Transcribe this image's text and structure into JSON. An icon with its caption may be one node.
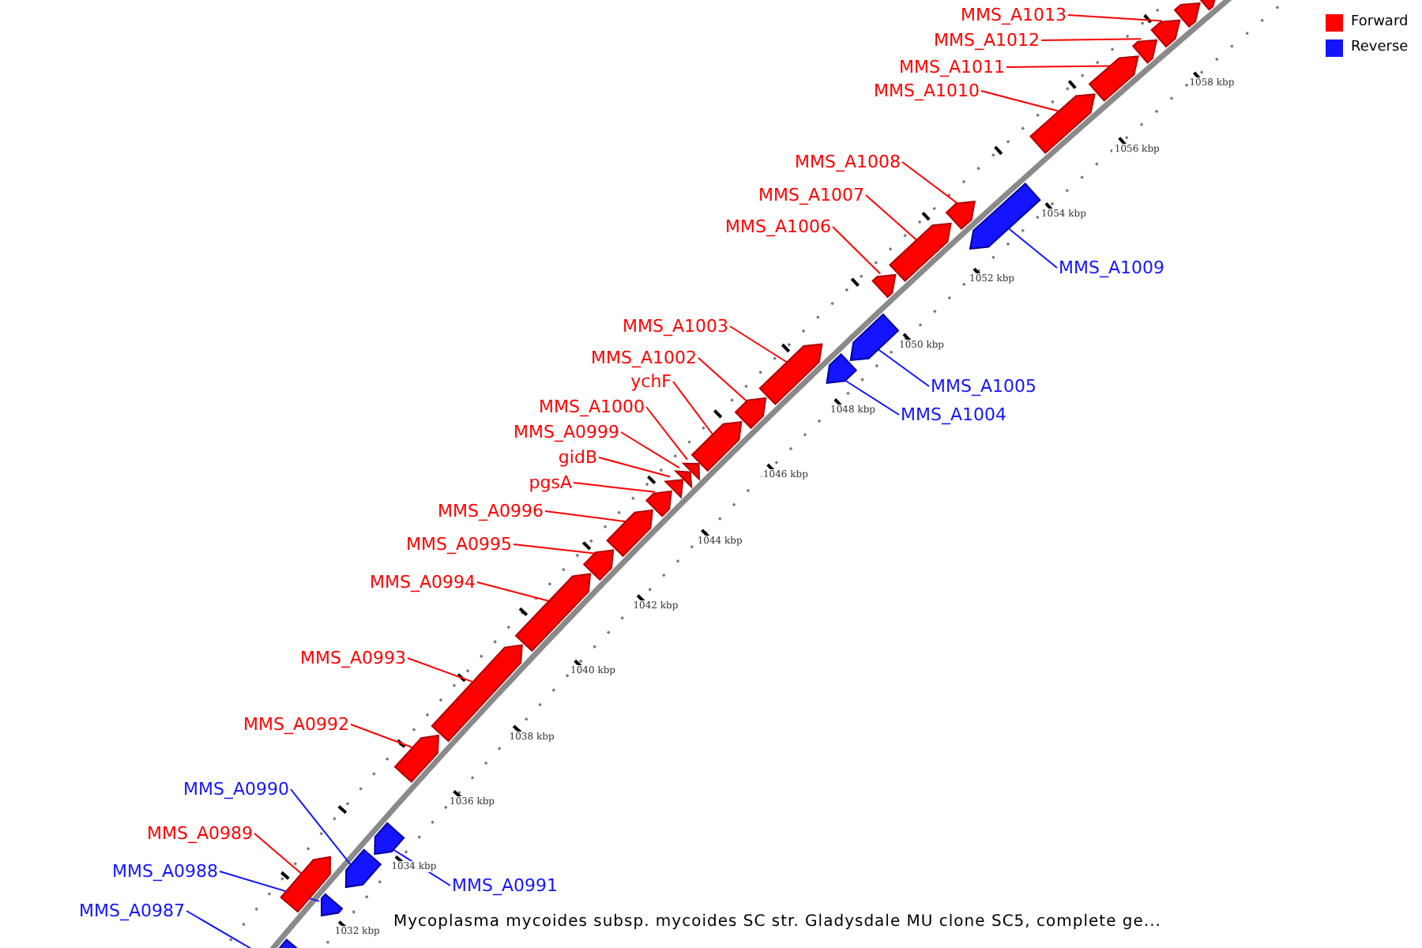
{
  "diagram": {
    "caption": "Mycoplasma mycoides subsp. mycoides SC str. Gladysdale MU clone SC5, complete ge...",
    "nodes": [
      {
        "text": [
          "MMS_A1013"
        ]
      },
      {
        "text": [
          "MMS_A1012"
        ]
      },
      {
        "text": [
          "MMS_A1011"
        ]
      },
      {
        "text": [
          "MMS_A1010"
        ]
      },
      {
        "text": [
          "MMS_A1008"
        ]
      },
      {
        "text": [
          "MMS_A1007"
        ]
      },
      {
        "text": [
          "MMS_A1006"
        ]
      },
      {
        "text": [
          "MMS_A1009"
        ]
      },
      {
        "text": [
          "MMS_A1003"
        ]
      },
      {
        "text": [
          "MMS_A1002"
        ]
      },
      {
        "text": [
          "ychF"
        ]
      },
      {
        "text": [
          "MMS_A1005"
        ]
      },
      {
        "text": [
          "MMS_A1000"
        ]
      },
      {
        "text": [
          "MMS_A0999"
        ]
      },
      {
        "text": [
          "gidB"
        ]
      },
      {
        "text": [
          "MMS_A1004"
        ]
      },
      {
        "text": [
          "pgsA"
        ]
      },
      {
        "text": [
          "MMS_A0996"
        ]
      },
      {
        "text": [
          "MMS_A0995"
        ]
      },
      {
        "text": [
          "MMS_A0994"
        ]
      },
      {
        "text": [
          "MMS_A0993"
        ]
      },
      {
        "text": [
          "MMS_A0992"
        ]
      },
      {
        "text": [
          "MMS_A0990"
        ]
      },
      {
        "text": [
          "MMS_A0989"
        ]
      },
      {
        "text": [
          "MMS_A0991"
        ]
      },
      {
        "text": [
          "MMS_A0988"
        ]
      },
      {
        "text": [
          "MMS_A0987"
        ]
      },
      {
        "text": [],
        "shape": "bar"
      },
      {
        "text": [],
        "shape": "bar"
      },
      {
        "text": [],
        "shape": "bar"
      },
      {
        "text": [],
        "shape": "bar"
      },
      {
        "text": [],
        "shape": "bar"
      },
      {
        "text": [],
        "shape": "bar"
      },
      {
        "text": [],
        "shape": "bar"
      },
      {
        "text": [],
        "shape": "bar"
      },
      {
        "text": [],
        "shape": "bar"
      },
      {
        "text": [],
        "shape": "bar"
      },
      {
        "text": [],
        "shape": "bar"
      },
      {
        "text": [],
        "shape": "bar"
      },
      {
        "text": [],
        "shape": "bar"
      },
      {
        "text": [],
        "shape": "bar"
      },
      {
        "text": [],
        "shape": "bar"
      },
      {
        "text": [],
        "shape": "bar"
      },
      {
        "text": [],
        "shape": "bar"
      },
      {
        "text": [],
        "shape": "bar"
      },
      {
        "text": [],
        "shape": "bar"
      },
      {
        "text": [],
        "shape": "bar"
      },
      {
        "text": [],
        "shape": "bar"
      },
      {
        "text": [],
        "shape": "bar"
      },
      {
        "text": [],
        "shape": "bar"
      },
      {
        "text": [],
        "shape": "bar"
      },
      {
        "text": [],
        "shape": "bar"
      },
      {
        "text": [],
        "shape": "bar"
      },
      {
        "text": [],
        "shape": "bar"
      },
      {
        "text": [],
        "shape": "bar"
      },
      {
        "text": [],
        "shape": "bar"
      }
    ],
    "edges": [
      {
        "from": 0,
        "to": 29,
        "arrow": "none"
      },
      {
        "from": 1,
        "to": 30,
        "arrow": "none"
      },
      {
        "from": 2,
        "to": 31,
        "arrow": "none"
      },
      {
        "from": 3,
        "to": 32,
        "arrow": "none"
      },
      {
        "from": 4,
        "to": 33,
        "arrow": "none"
      },
      {
        "from": 5,
        "to": 34,
        "arrow": "none"
      },
      {
        "from": 6,
        "to": 35,
        "arrow": "none"
      },
      {
        "from": 7,
        "to": 36,
        "arrow": "none",
        "color": "#1414ff"
      },
      {
        "from": 8,
        "to": 37,
        "arrow": "none"
      },
      {
        "from": 9,
        "to": 38,
        "arrow": "none"
      },
      {
        "from": 10,
        "to": 39,
        "arrow": "none"
      },
      {
        "from": 11,
        "to": 40,
        "arrow": "none",
        "color": "#1414ff"
      },
      {
        "from": 12,
        "to": 41,
        "arrow": "none"
      },
      {
        "from": 13,
        "to": 42,
        "arrow": "none"
      },
      {
        "from": 14,
        "to": 43,
        "arrow": "none"
      },
      {
        "from": 15,
        "to": 44,
        "arrow": "none",
        "color": "#1414ff"
      },
      {
        "from": 16,
        "to": 45,
        "arrow": "none"
      },
      {
        "from": 17,
        "to": 46,
        "arrow": "none"
      },
      {
        "from": 18,
        "to": 47,
        "arrow": "none"
      },
      {
        "from": 19,
        "to": 48,
        "arrow": "none"
      },
      {
        "from": 20,
        "to": 49,
        "arrow": "none"
      },
      {
        "from": 21,
        "to": 50,
        "arrow": "none"
      },
      {
        "from": 22,
        "to": 51,
        "arrow": "none",
        "color": "#1414ff"
      },
      {
        "from": 23,
        "to": 52,
        "arrow": "none"
      },
      {
        "from": 24,
        "to": 53,
        "arrow": "none",
        "color": "#1414ff"
      },
      {
        "from": 25,
        "to": 54,
        "arrow": "none",
        "color": "#1414ff"
      },
      {
        "from": 26,
        "to": 55,
        "arrow": "none",
        "color": "#1414ff"
      }
    ],
    "labels": [
      "1058 kbp",
      "1056 kbp",
      "1054 kbp",
      "1052 kbp",
      "1050 kbp",
      "1048 kbp",
      "1046 kbp",
      "1044 kbp",
      "1042 kbp",
      "1040 kbp",
      "1038 kbp",
      "1036 kbp",
      "1034 kbp",
      "1032 kbp"
    ],
    "legend": [
      {
        "text": "Forward",
        "color": "#ff0000"
      },
      {
        "text": "Reverse",
        "color": "#1414ff"
      }
    ]
  }
}
